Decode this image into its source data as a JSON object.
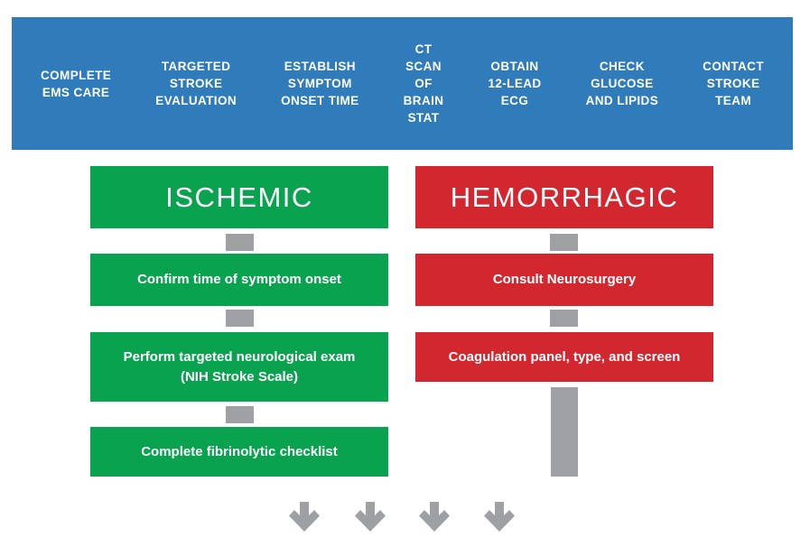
{
  "colors": {
    "header_bg": "#307CBA",
    "ischemic_green": "#09A24F",
    "hemorrhagic_red": "#D3272F",
    "connector_gray": "#9EA0A3",
    "text_white": "#FFFFFF"
  },
  "header": {
    "steps": [
      {
        "label": "COMPLETE\nEMS CARE"
      },
      {
        "label": "TARGETED\nSTROKE\nEVALUATION"
      },
      {
        "label": "ESTABLISH\nSYMPTOM\nONSET TIME"
      },
      {
        "label": "CT\nSCAN\nOF\nBRAIN\nSTAT"
      },
      {
        "label": "OBTAIN\n12-LEAD\nECG"
      },
      {
        "label": "CHECK\nGLUCOSE\nAND LIPIDS"
      },
      {
        "label": "CONTACT\nSTROKE\nTEAM"
      }
    ]
  },
  "ischemic": {
    "title": "ISCHEMIC",
    "steps": [
      {
        "label": "Confirm time of symptom onset"
      },
      {
        "label": "Perform targeted neurological exam\n(NIH Stroke Scale)"
      },
      {
        "label": "Complete fibrinolytic checklist"
      }
    ]
  },
  "hemorrhagic": {
    "title": "HEMORRHAGIC",
    "steps": [
      {
        "label": "Consult Neurosurgery"
      },
      {
        "label": "Coagulation panel, type, and screen"
      }
    ]
  },
  "footer": {
    "arrows": [
      "down-arrow",
      "down-arrow",
      "down-arrow",
      "down-arrow"
    ]
  }
}
